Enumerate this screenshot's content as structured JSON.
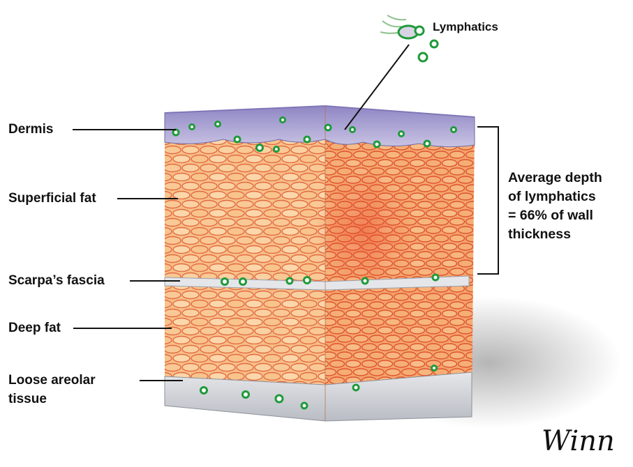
{
  "labels": {
    "dermis": "Dermis",
    "superficial_fat": "Superficial fat",
    "scarpas_fascia": "Scarpa’s fascia",
    "deep_fat": "Deep fat",
    "loose_areolar_1": "Loose areolar",
    "loose_areolar_2": "tissue",
    "lymphatics": "Lymphatics"
  },
  "annotation": {
    "line1": "Average depth",
    "line2": "of lymphatics",
    "line3": "= 66% of wall",
    "line4": "thickness"
  },
  "signature": "Winn",
  "colors": {
    "dermis": "#9a8fc8",
    "fat": "#f6b77a",
    "fat_line": "#e0583a",
    "fascia": "#d9dbe0",
    "lymphatic": "#1f9a3a",
    "text": "#111111"
  }
}
